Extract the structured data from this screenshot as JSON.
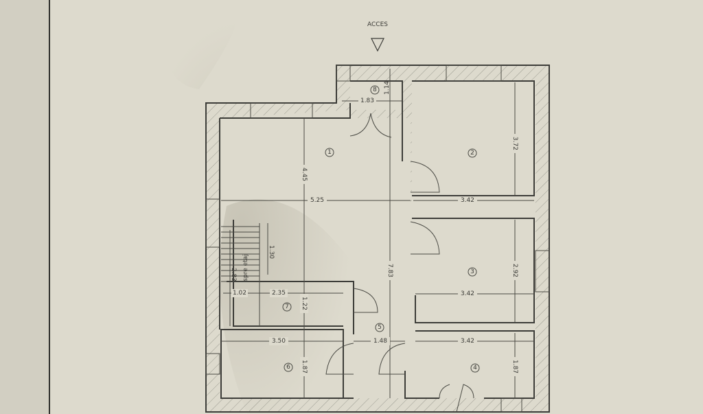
{
  "plan": {
    "access_label": "ACCES",
    "stairs_label": "spre etaj",
    "rooms": [
      "1",
      "2",
      "3",
      "4",
      "5",
      "6",
      "7",
      "8"
    ],
    "dimensions": {
      "foyer_width": "1.83",
      "foyer_depth": "1.14",
      "room1_height": "4.45",
      "room1_width": "5.25",
      "room2_width": "3.42",
      "room2_height": "3.72",
      "hall_length": "7.83",
      "room3_height": "2.92",
      "room3_width": "3.42",
      "stairs_height": "1.30",
      "stairs_total": "2.83",
      "stairs_width": "1.02",
      "room7_width": "2.35",
      "room7_height": "1.22",
      "room6_width": "3.50",
      "hall_width": "1.48",
      "room4_width": "3.42",
      "room6_height": "1.87",
      "room4_height": "1.87"
    }
  }
}
